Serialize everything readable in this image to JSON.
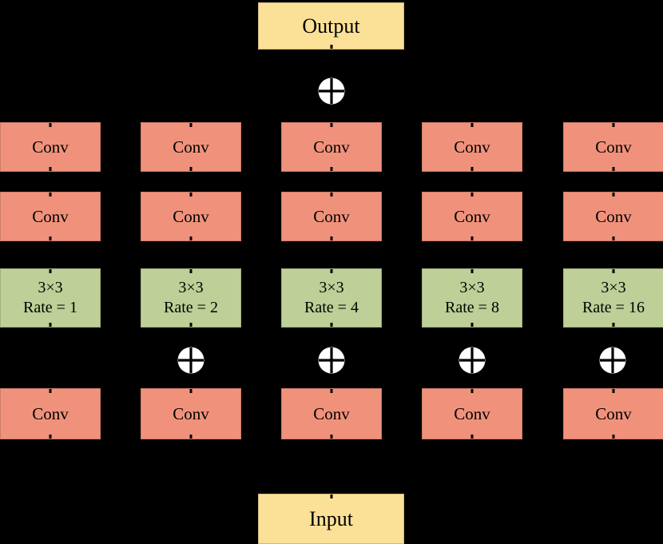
{
  "colors": {
    "background": "#000000",
    "io_fill": "#FBE197",
    "conv_fill": "#F0927B",
    "dilated_fill": "#BECF97",
    "sum_fill": "#FFFFFF",
    "stroke": "#000000"
  },
  "labels": {
    "output": "Output",
    "input": "Input"
  },
  "icons": {
    "sum": "circled-plus"
  },
  "branches": [
    {
      "conv_top": "Conv",
      "conv_mid": "Conv",
      "kernel": "3×3",
      "rate": "Rate = 1",
      "conv_bottom": "Conv",
      "has_sum": false
    },
    {
      "conv_top": "Conv",
      "conv_mid": "Conv",
      "kernel": "3×3",
      "rate": "Rate = 2",
      "conv_bottom": "Conv",
      "has_sum": true
    },
    {
      "conv_top": "Conv",
      "conv_mid": "Conv",
      "kernel": "3×3",
      "rate": "Rate = 4",
      "conv_bottom": "Conv",
      "has_sum": true
    },
    {
      "conv_top": "Conv",
      "conv_mid": "Conv",
      "kernel": "3×3",
      "rate": "Rate = 8",
      "conv_bottom": "Conv",
      "has_sum": true
    },
    {
      "conv_top": "Conv",
      "conv_mid": "Conv",
      "kernel": "3×3",
      "rate": "Rate = 16",
      "conv_bottom": "Conv",
      "has_sum": true
    }
  ]
}
